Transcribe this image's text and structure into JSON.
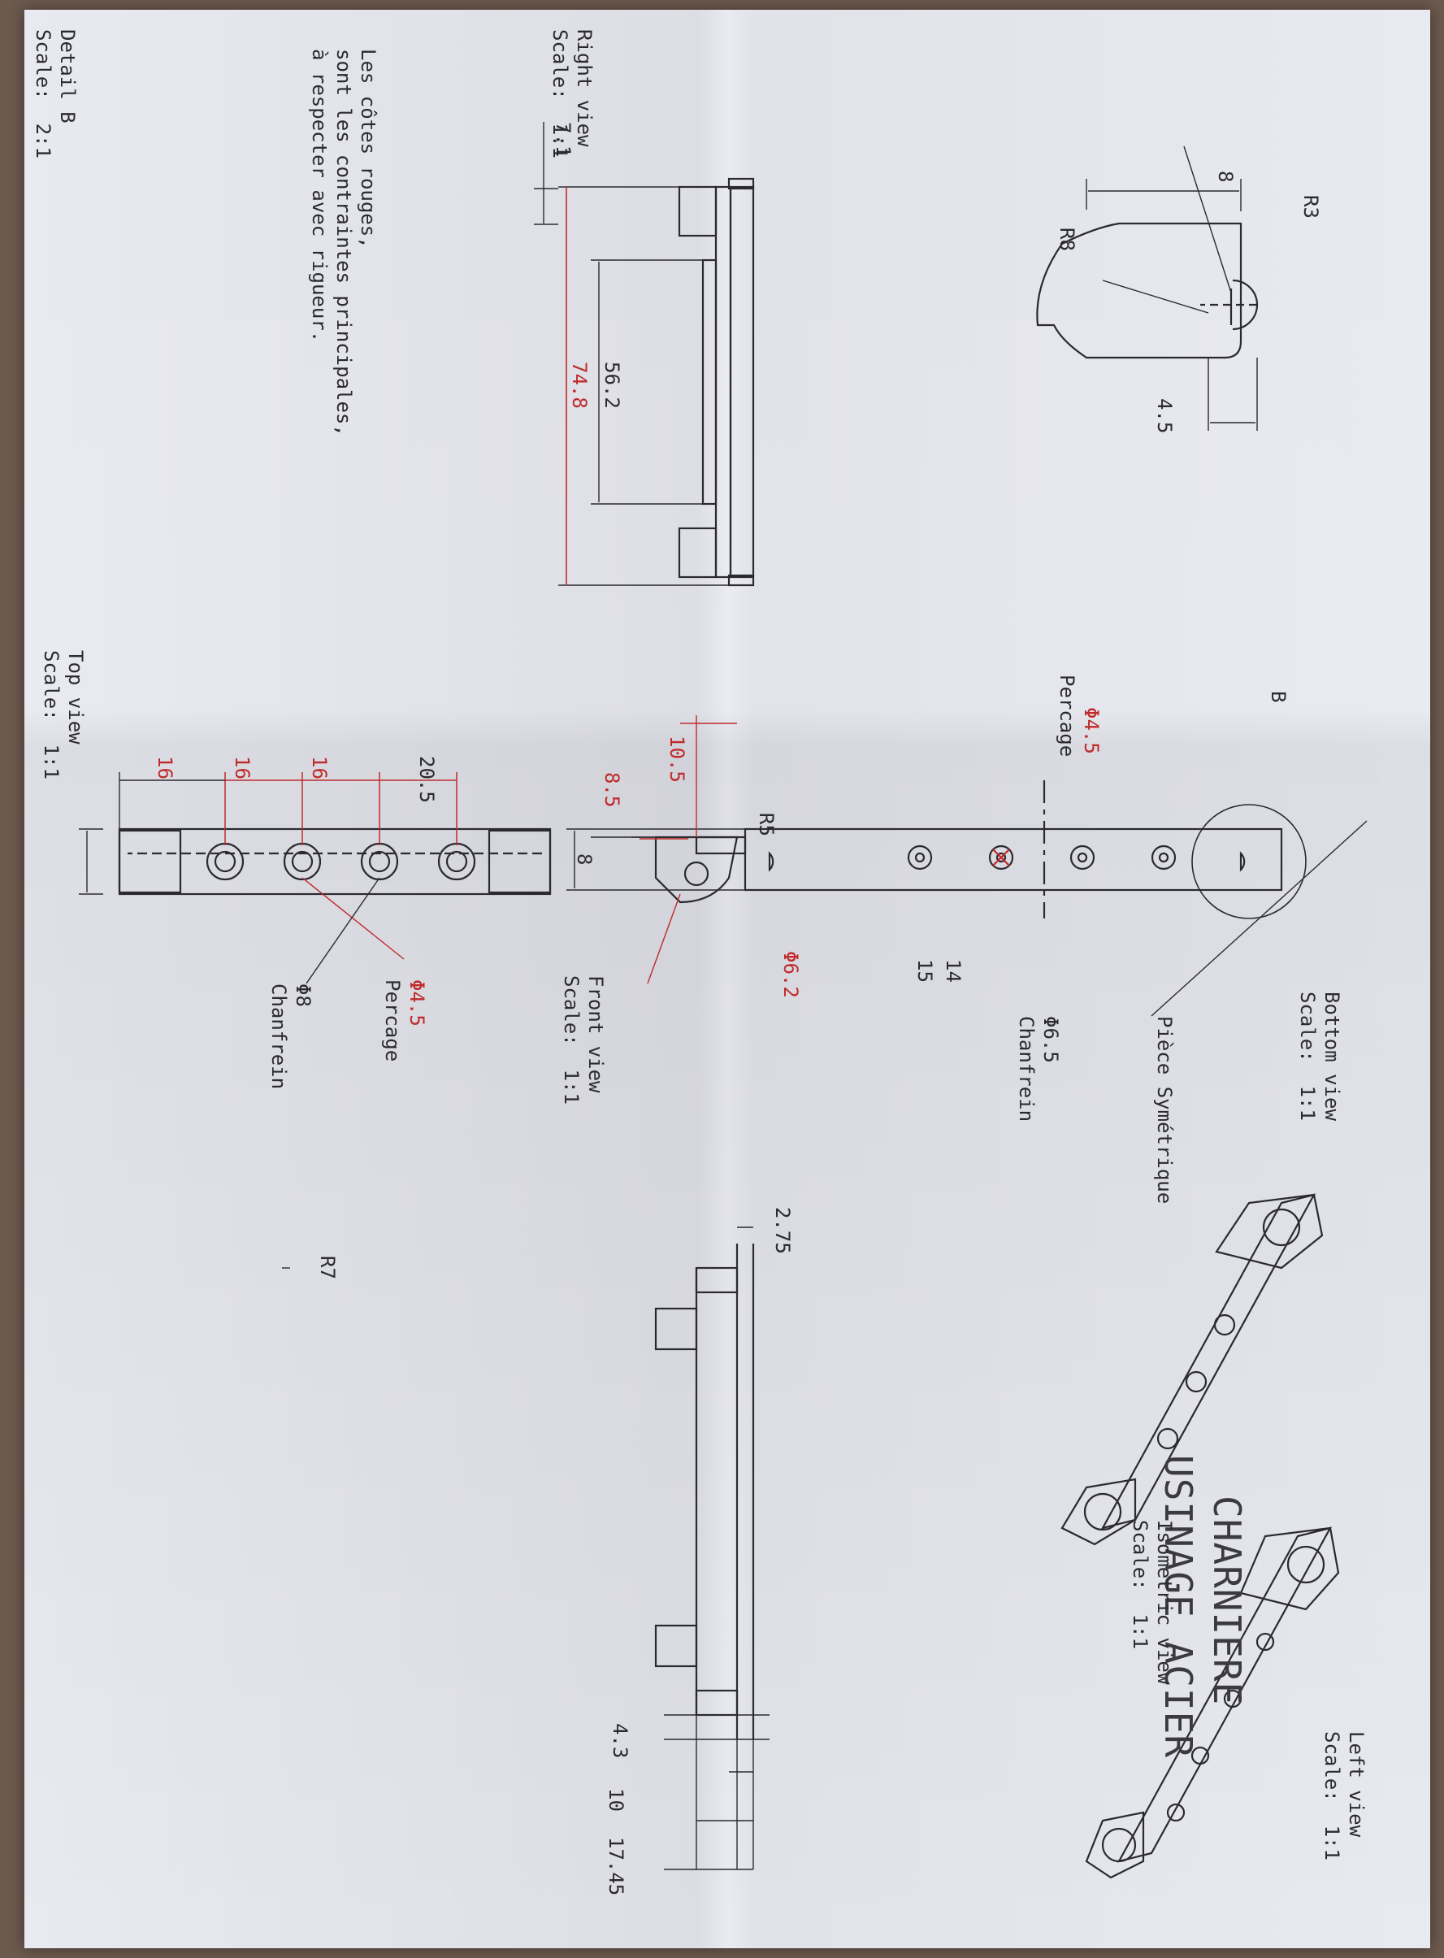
{
  "title": {
    "line1": "CHARNIERE",
    "line2": "USINAGE ACIER"
  },
  "colors": {
    "paper": "#e9e9f1",
    "ink": "#2a2a30",
    "red": "#c02a2a"
  },
  "views": {
    "detail_b": {
      "name": "Detail B",
      "scale": "Scale:  2:1"
    },
    "right": {
      "name": "Right view",
      "scale": "Scale:  1:1"
    },
    "top": {
      "name": "Top view",
      "scale": "Scale:  1:1"
    },
    "bottom": {
      "name": "Bottom view",
      "scale": "Scale:  1:1"
    },
    "front": {
      "name": "Front view",
      "scale": "Scale:  1:1"
    },
    "left": {
      "name": "Left view",
      "scale": "Scale:  1:1"
    },
    "isometric": {
      "name": "Isometric view",
      "scale": "Scale:  1:1"
    }
  },
  "note": {
    "line1": "Les côtes rouges,",
    "line2": "sont les contraintes principales,",
    "line3": "à respecter avec rigueur."
  },
  "dimensions": {
    "r3": "R3",
    "r8": "R8",
    "d8_detail": "8",
    "d45_detail": "4.5",
    "d71": "7.1",
    "d748": "74.8",
    "d562": "56.2",
    "d16a": "16",
    "d16b": "16",
    "d16c": "16",
    "d205": "20.5",
    "d8_top": "8",
    "phi45_top": "Φ4.5",
    "percage_top": "Percage",
    "phi8": "Φ8",
    "chanfrein_top": "Chanfrein",
    "b_label": "B",
    "phi45_bottom": "Φ4.5",
    "percage_bottom": "Percage",
    "piece_symetrique": "Pièce Symétrique",
    "phi65": "Φ6.5",
    "chanfrein_bottom": "Chanfrein",
    "d14": "14",
    "d15": "15",
    "d105": "10.5",
    "d85": "8.5",
    "r5": "R5",
    "phi62": "Φ6.2",
    "d275": "2.75",
    "d43": "4.3",
    "d10": "10",
    "d1745": "17.45",
    "r7": "R7"
  }
}
